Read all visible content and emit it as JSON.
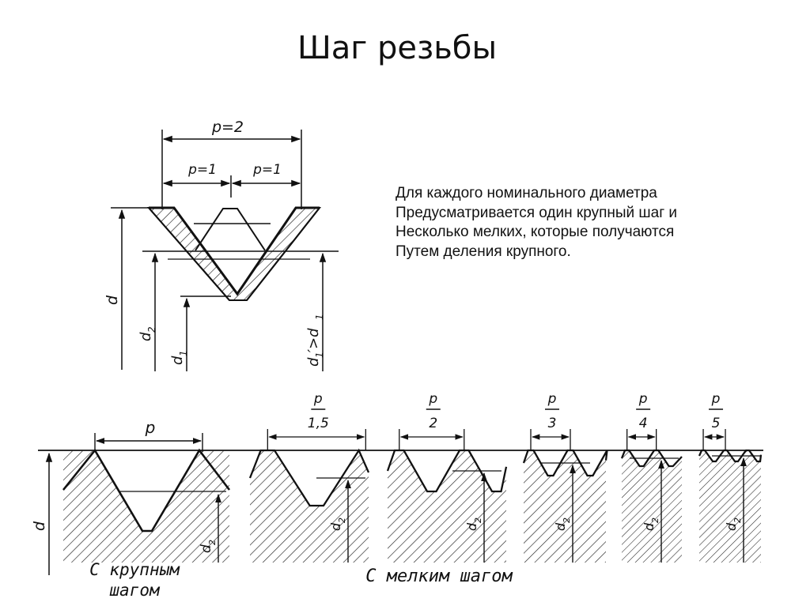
{
  "title": "Шаг резьбы",
  "description": [
    "Для каждого номинального диаметра",
    "Предусматривается один крупный шаг и",
    "Несколько мелких, которые получаются",
    "Путем деления крупного."
  ],
  "upper_figure": {
    "pitch_full": "p=2",
    "pitch_left": "p=1",
    "pitch_right": "p=1",
    "dim_d": "d",
    "dim_d2": "d",
    "dim_d2_sub": "2",
    "dim_d1": "d",
    "dim_d1_sub": "1",
    "dim_d1_prime_lhs": "d",
    "dim_d1_prime_rel": "′>d",
    "dim_d1_prime_sub": "1"
  },
  "lower_figure": {
    "dim_d": "d",
    "pitch_labels": [
      {
        "num": "p",
        "den": ""
      },
      {
        "num": "p",
        "den": "1,5"
      },
      {
        "num": "p",
        "den": "2"
      },
      {
        "num": "p",
        "den": "3"
      },
      {
        "num": "p",
        "den": "4"
      },
      {
        "num": "p",
        "den": "5"
      }
    ],
    "d2_label": "d",
    "d2_sub": "2",
    "caption_coarse_1": "С крупным",
    "caption_coarse_2": "шагом",
    "caption_fine": "С мелким шагом"
  }
}
